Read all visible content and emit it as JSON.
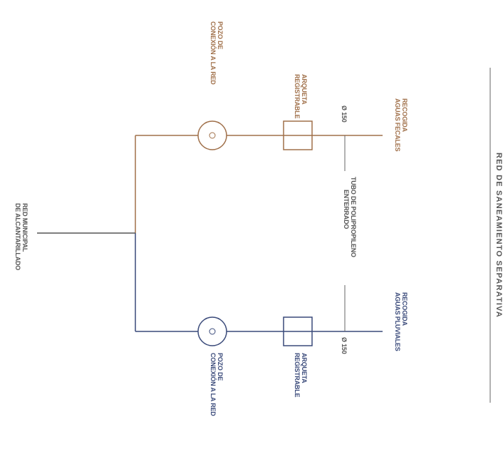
{
  "title": "RED DE SANEAMIENTO SEPARATIVA",
  "colors": {
    "fecales": "#a0704a",
    "pluviales": "#3a4a7a",
    "neutral": "#555555"
  },
  "fecales": {
    "recogida": [
      "RECOGIDA",
      "AGUAS FECALES"
    ],
    "diametro": "Ø 150",
    "arqueta": [
      "ARQUETA",
      "REGISTRABLE"
    ],
    "pozo": [
      "POZO DE",
      "CONEXIÓN A LA RED"
    ]
  },
  "pluviales": {
    "recogida": [
      "RECOGIDA",
      "AGUAS PLUVIALES"
    ],
    "diametro": "Ø 150",
    "arqueta": [
      "ARQUETA",
      "REGISTRABLE"
    ],
    "pozo": [
      "POZO DE",
      "CONEXIÓN A LA RED"
    ]
  },
  "tubo": [
    "TUBO DE POLIPROPILENO",
    "ENTERRADO"
  ],
  "red": [
    "RED MUNICIPAL",
    "DE ALCANTARILLADO"
  ]
}
